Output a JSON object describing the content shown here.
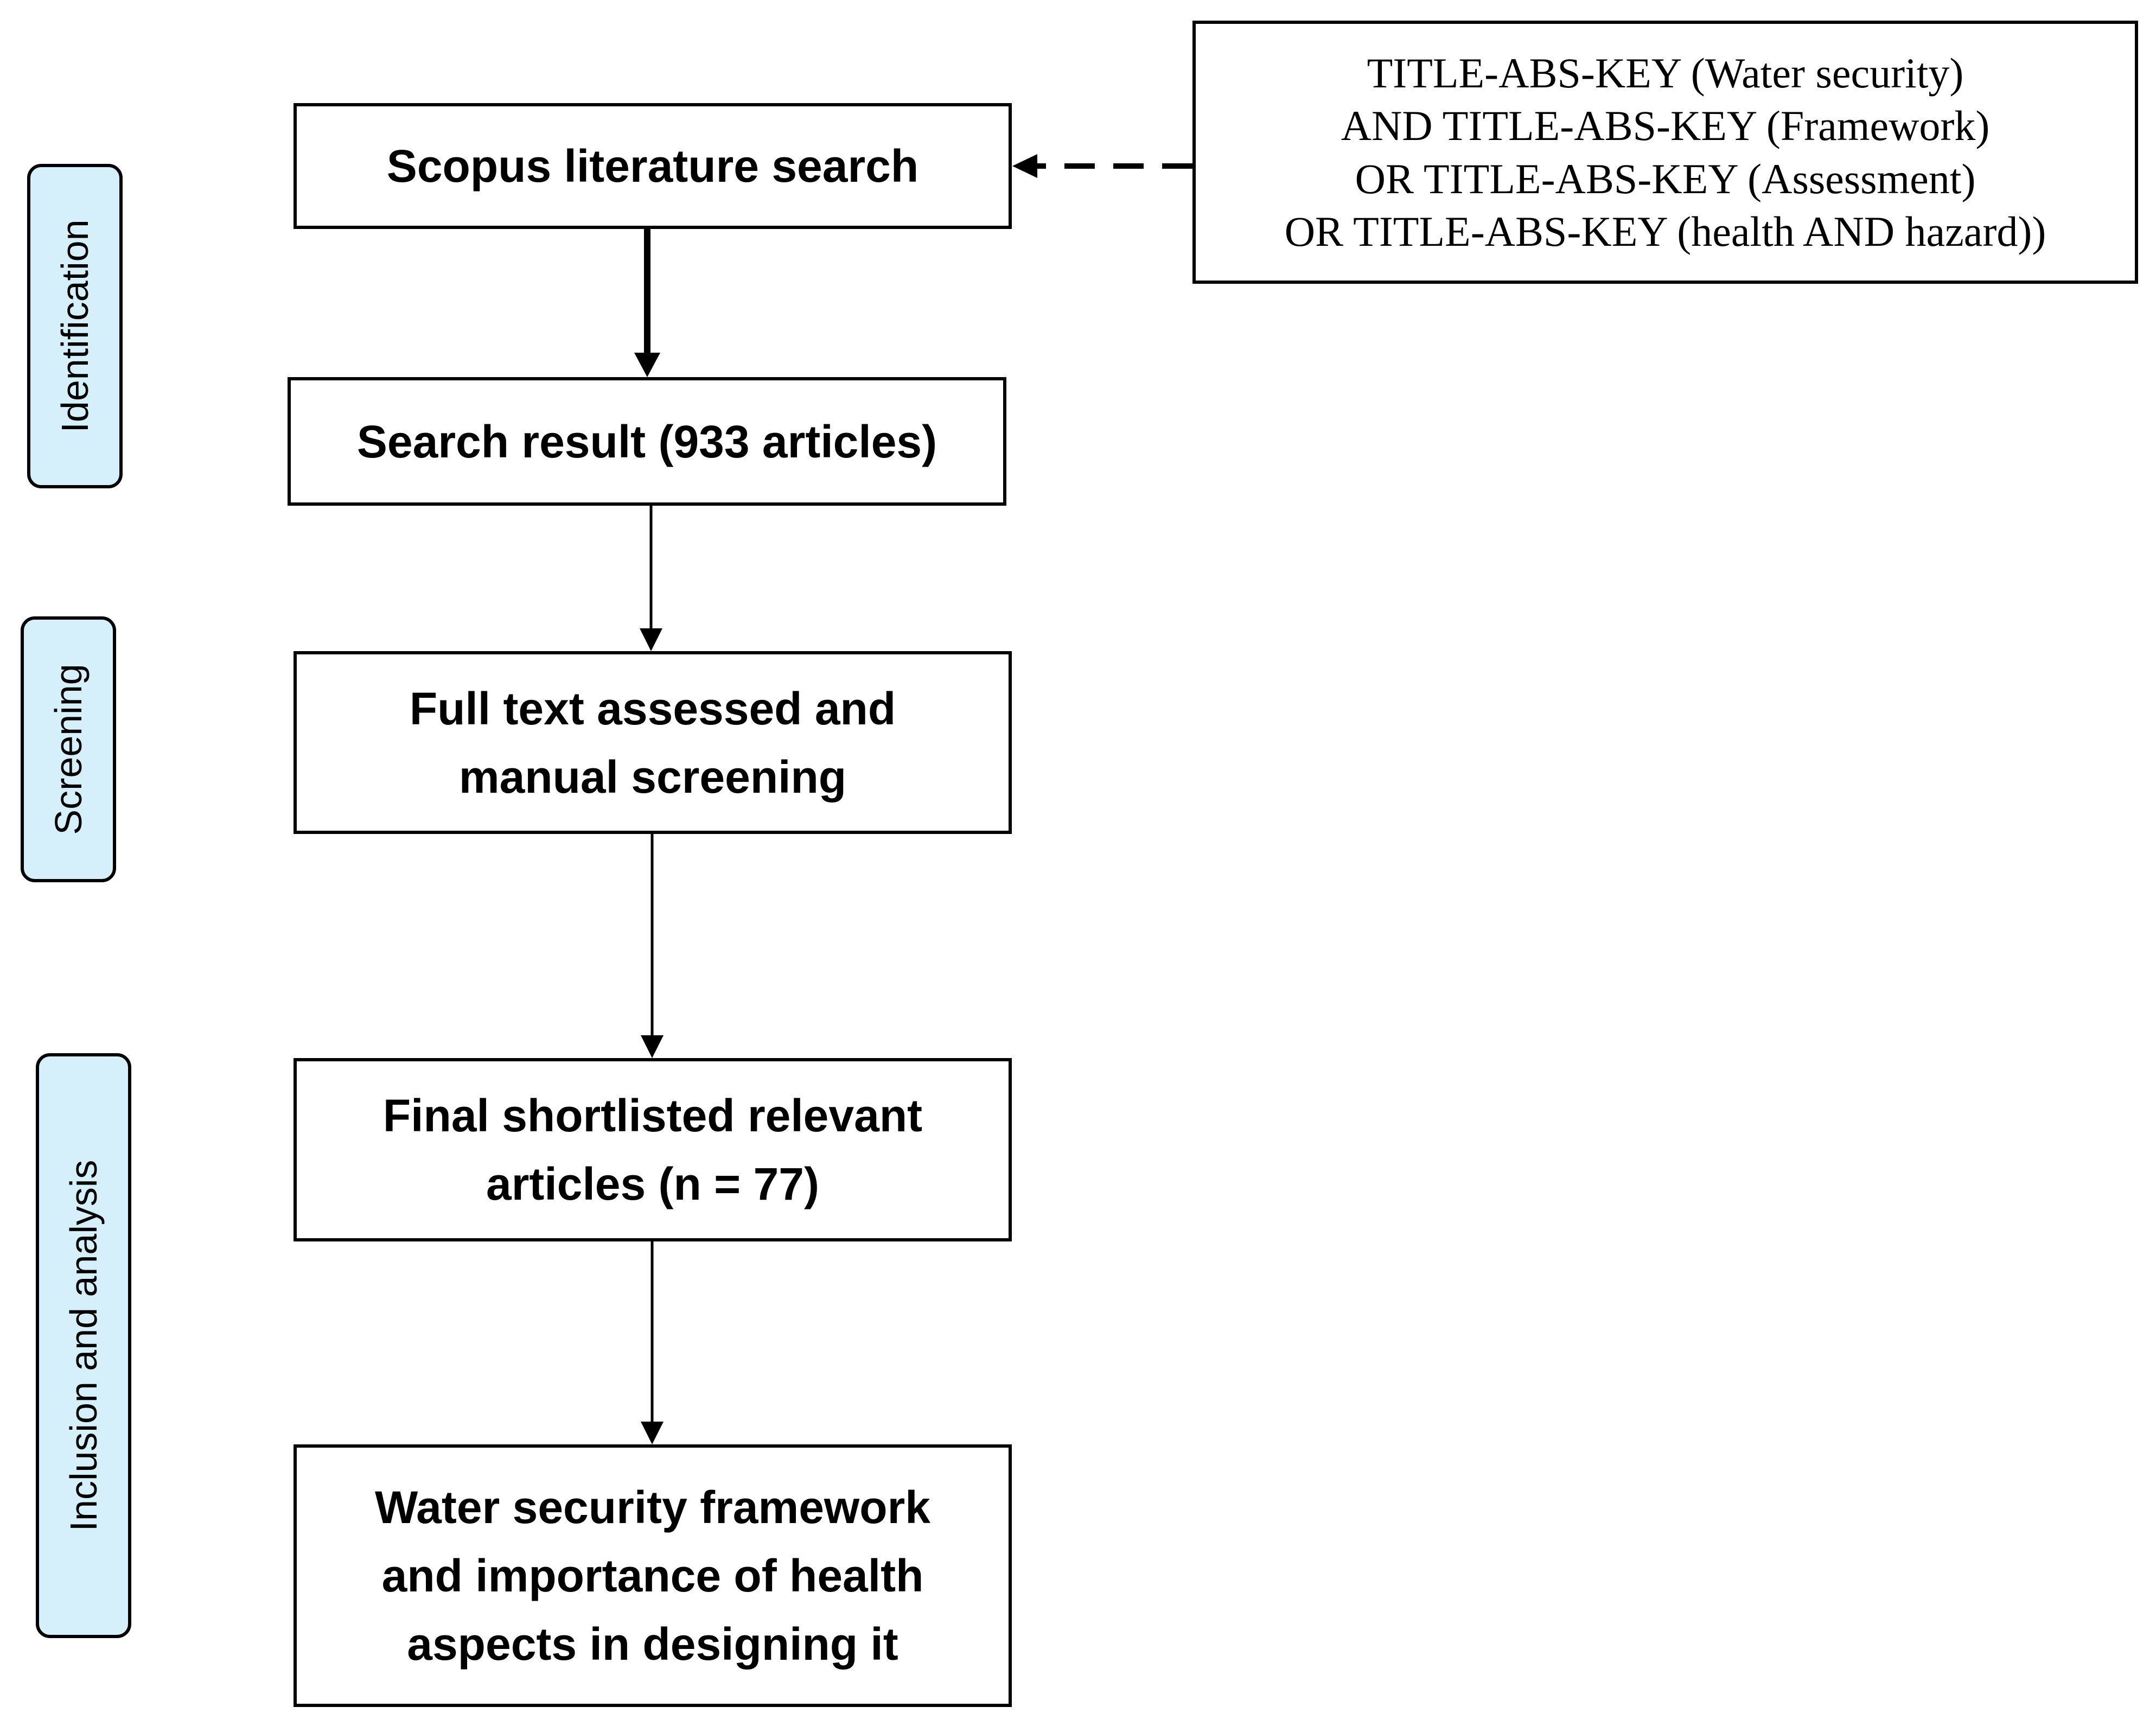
{
  "phases": {
    "identification": "Identification",
    "screening": "Screening",
    "inclusion": "Inclusion and analysis"
  },
  "boxes": {
    "search": [
      "Scopus literature search"
    ],
    "result": [
      "Search result (933 articles)"
    ],
    "screening": [
      "Full text assessed and",
      "manual screening"
    ],
    "shortlist": [
      "Final shortlisted relevant",
      "articles (n = 77)"
    ],
    "outcome": [
      "Water security framework",
      "and importance of health",
      "aspects in designing it"
    ]
  },
  "query": [
    "TITLE-ABS-KEY (Water security)",
    "AND TITLE-ABS-KEY (Framework)",
    "OR TITLE-ABS-KEY (Assessment)",
    "OR TITLE-ABS-KEY (health AND hazard))"
  ],
  "colors": {
    "phase_fill": "#d6f0fb",
    "stroke": "#000000"
  }
}
